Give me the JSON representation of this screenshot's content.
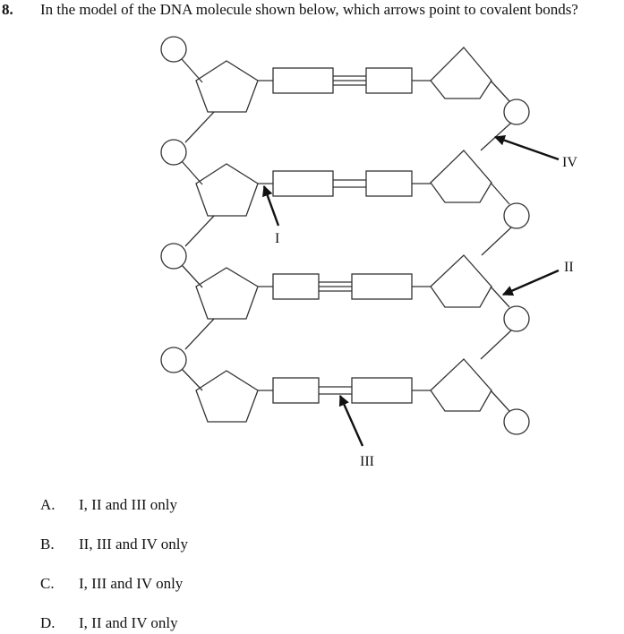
{
  "question": {
    "number": "8.",
    "text": "In the model of the DNA molecule shown below, which arrows point to covalent bonds?"
  },
  "diagram": {
    "labels": {
      "I": "I",
      "II": "II",
      "III": "III",
      "IV": "IV"
    }
  },
  "options": [
    {
      "letter": "A.",
      "text": "I, II and III only"
    },
    {
      "letter": "B.",
      "text": "II, III and IV only"
    },
    {
      "letter": "C.",
      "text": "I, III and IV only"
    },
    {
      "letter": "D.",
      "text": "I, II and IV only"
    }
  ]
}
